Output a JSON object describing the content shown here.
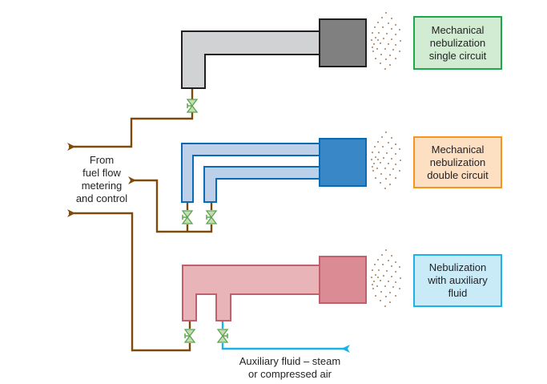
{
  "diagram": {
    "source_label": "From\nfuel flow\nmetering\nand control",
    "auxiliary_label": "Auxiliary fluid – steam\nor compressed air",
    "burners": [
      {
        "id": "single",
        "label": "Mechanical\nnebulization\nsingle circuit",
        "label_bg": "#d2ecd4",
        "label_border": "#1fa84a",
        "body_fill": "#d1d2d4",
        "body_stroke": "#231f20",
        "head_fill": "#808080"
      },
      {
        "id": "double",
        "label": "Mechanical\nnebulization\ndouble circuit",
        "label_bg": "#fde0c2",
        "label_border": "#f7941d",
        "body_fill": "#bcd0ea",
        "body_stroke": "#0a6bb5",
        "head_fill": "#3a87c8"
      },
      {
        "id": "auxiliary",
        "label": "Nebulization\nwith auxiliary\nfluid",
        "label_bg": "#c9eaf7",
        "label_border": "#1ab2e8",
        "body_fill": "#e9b4b8",
        "body_stroke": "#c0606d",
        "head_fill": "#db8b93"
      }
    ],
    "colors": {
      "fuel_line": "#7d4a0c",
      "aux_line": "#1ab2e8",
      "valve_fill": "#c8dcb4",
      "valve_stroke": "#5aa550",
      "spray": "#8b5a2b"
    }
  }
}
